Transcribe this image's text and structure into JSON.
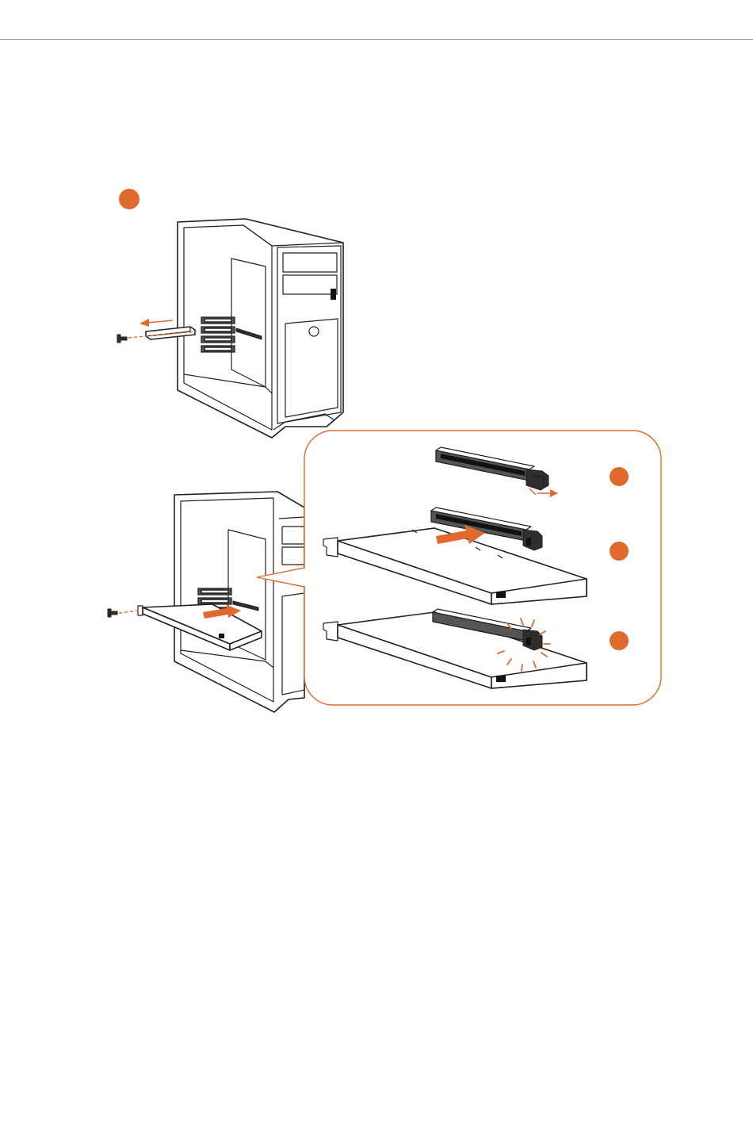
{
  "page": {
    "header_rule": true
  },
  "colors": {
    "accent": "#e06a2c",
    "line": "#231f20",
    "slot_dark": "#555555",
    "rule": "#8c8c8c"
  },
  "steps": [
    {
      "marker": "step-1-marker"
    },
    {
      "marker": "step-2-marker"
    },
    {
      "marker": "step-3-marker"
    },
    {
      "marker": "step-4-marker"
    }
  ]
}
